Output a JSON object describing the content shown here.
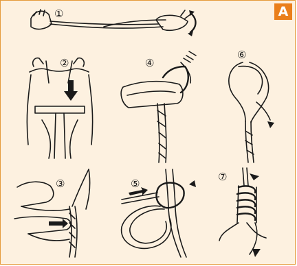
{
  "panel_label": "A",
  "steps": [
    "①",
    "②",
    "③",
    "④",
    "⑤",
    "⑥",
    "⑦"
  ],
  "colors": {
    "background": "#fdf1e0",
    "border": "#e59a3a",
    "accent": "#ea7f1b",
    "ink": "#1a1a1a"
  }
}
